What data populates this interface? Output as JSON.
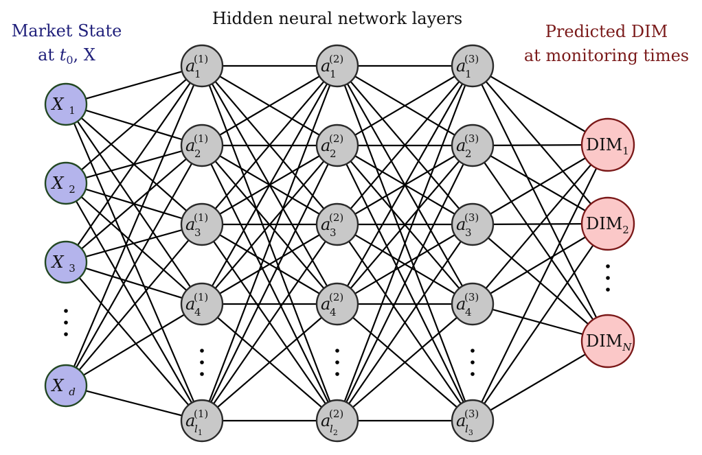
{
  "headings": {
    "input_line1": "Market State",
    "input_line2_prefix": "at ",
    "input_line2_var": "t",
    "input_line2_sub": "0",
    "input_line2_suffix": ", X",
    "hidden": "Hidden neural network layers",
    "output_line1": "Predicted DIM",
    "output_line2": "at monitoring times"
  },
  "colors": {
    "input_text": "#1f1f7a",
    "hidden_text": "#111111",
    "output_text": "#7a1a1a",
    "input_fill": "#b4b4ec",
    "hidden_fill": "#c8c8c8",
    "output_fill": "#fbc8c8"
  },
  "layers": {
    "input": [
      {
        "main": "X",
        "sub": "1"
      },
      {
        "main": "X",
        "sub": "2"
      },
      {
        "main": "X",
        "sub": "3"
      },
      {
        "ellipsis": true
      },
      {
        "main": "X",
        "sub": "d"
      }
    ],
    "hidden": [
      {
        "sup": "(1)",
        "nodes": [
          {
            "main": "a",
            "sub": "1"
          },
          {
            "main": "a",
            "sub": "2"
          },
          {
            "main": "a",
            "sub": "3"
          },
          {
            "main": "a",
            "sub": "4"
          },
          {
            "ellipsis": true
          },
          {
            "main": "a",
            "sub": "l",
            "subsub": "1"
          }
        ]
      },
      {
        "sup": "(2)",
        "nodes": [
          {
            "main": "a",
            "sub": "1"
          },
          {
            "main": "a",
            "sub": "2"
          },
          {
            "main": "a",
            "sub": "3"
          },
          {
            "main": "a",
            "sub": "4"
          },
          {
            "ellipsis": true
          },
          {
            "main": "a",
            "sub": "l",
            "subsub": "2"
          }
        ]
      },
      {
        "sup": "(3)",
        "nodes": [
          {
            "main": "a",
            "sub": "1"
          },
          {
            "main": "a",
            "sub": "2"
          },
          {
            "main": "a",
            "sub": "3"
          },
          {
            "main": "a",
            "sub": "4"
          },
          {
            "ellipsis": true
          },
          {
            "main": "a",
            "sub": "l",
            "subsub": "3"
          }
        ]
      }
    ],
    "output": [
      {
        "main": "DIM",
        "sub": "1"
      },
      {
        "main": "DIM",
        "sub": "2"
      },
      {
        "ellipsis": true
      },
      {
        "main": "DIM",
        "sub": "N"
      }
    ]
  }
}
